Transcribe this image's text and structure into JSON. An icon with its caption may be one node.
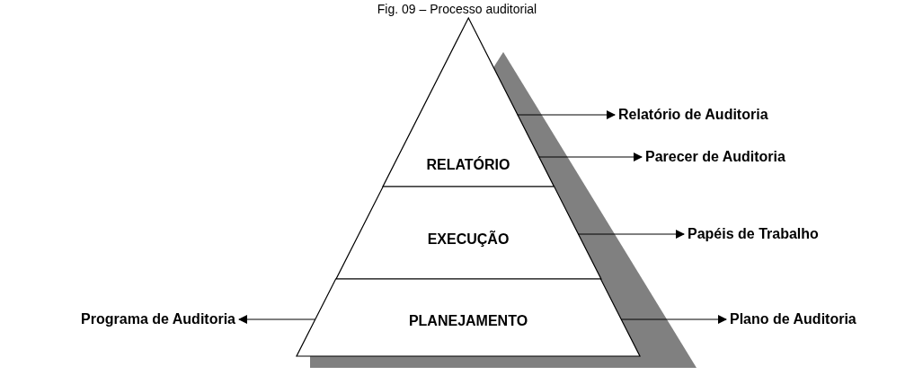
{
  "diagram": {
    "title": "Fig. 09 – Processo auditorial",
    "nodes": [
      {
        "text": [
          "RELATÓRIO"
        ]
      },
      {
        "text": [
          "EXECUÇÃO"
        ]
      },
      {
        "text": [
          "PLANEJAMENTO"
        ]
      },
      {
        "text": [
          "Relatório de Auditoria"
        ]
      },
      {
        "text": [
          "Parecer de Auditoria"
        ]
      },
      {
        "text": [
          "Papéis de Trabalho"
        ]
      },
      {
        "text": [
          "Programa de Auditoria"
        ]
      },
      {
        "text": [
          "Plano de Auditoria"
        ]
      }
    ],
    "edges": [
      {
        "from": 0,
        "to": 3,
        "arrow": "to"
      },
      {
        "from": 0,
        "to": 4,
        "arrow": "to"
      },
      {
        "from": 1,
        "to": 5,
        "arrow": "to"
      },
      {
        "from": 2,
        "to": 6,
        "arrow": "to"
      },
      {
        "from": 2,
        "to": 7,
        "arrow": "to"
      }
    ]
  }
}
